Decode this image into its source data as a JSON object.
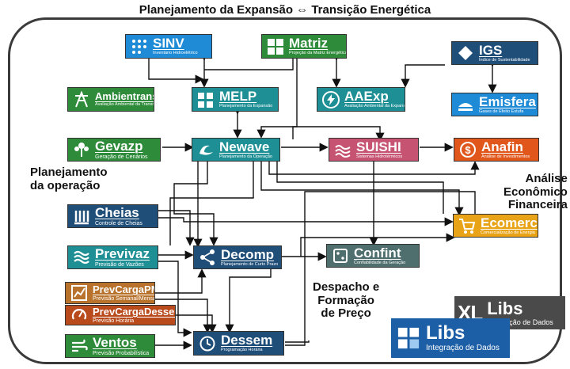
{
  "title": "Planejamento da Expansão ⇔ Transição Energética",
  "labels": {
    "planejamento": [
      "Planejamento",
      "da operação"
    ],
    "analise": [
      "Análise",
      "Econômico",
      "Financeira"
    ],
    "despacho": [
      "Despacho e",
      "Formação",
      "de Preço"
    ]
  },
  "modules": {
    "sinv": {
      "name": "SINV",
      "sub": "Inventário Hidroelétrico",
      "icon": "dots-grid-icon"
    },
    "matriz": {
      "name": "Matriz",
      "sub": "Projeção da Matriz Energética",
      "icon": "grid-icon"
    },
    "igs": {
      "name": "IGS",
      "sub": "Índice de Sustentabilidade",
      "icon": "diamond-icon"
    },
    "ambientrans": {
      "name": "Ambientrans",
      "sub": "Avaliação Ambiental da Transmissão",
      "icon": "tower-icon"
    },
    "melp": {
      "name": "MELP",
      "sub": "Planejamento da Expansão",
      "icon": "blocks-icon"
    },
    "aaexp": {
      "name": "AAExp",
      "sub": "Avaliação Ambiental da Expansão",
      "icon": "bolt-icon"
    },
    "emisfera": {
      "name": "Emisfera",
      "sub": "Gases de Efeito Estufa",
      "icon": "globe-icon"
    },
    "gevazp": {
      "name": "Gevazp",
      "sub": "Geração de Cenários",
      "icon": "tree-icon"
    },
    "newave": {
      "name": "Newave",
      "sub": "Planejamento da Operação",
      "icon": "wave-icon"
    },
    "suishi": {
      "name": "SUISHI",
      "sub": "Sistemas Hidrotérmicos",
      "icon": "water-icon"
    },
    "anafin": {
      "name": "Anafin",
      "sub": "Análise de Investimentos",
      "icon": "dollar-icon"
    },
    "cheias": {
      "name": "Cheias",
      "sub": "Controle de Cheias",
      "icon": "dam-icon"
    },
    "ecomerc": {
      "name": "Ecomerc",
      "sub": "Comercialização de Energia",
      "icon": "cart-icon"
    },
    "previvaz": {
      "name": "Previvaz",
      "sub": "Previsão de Vazões",
      "icon": "waves-icon"
    },
    "decomp": {
      "name": "Decomp",
      "sub": "Planejamento de Curto Prazo",
      "icon": "share-icon"
    },
    "confint": {
      "name": "Confint",
      "sub": "Confiabilidade da Geração",
      "icon": "dice-icon"
    },
    "prevcargapmo": {
      "name": "PrevCargaPMO",
      "sub": "Previsão Semanal/Mensal",
      "icon": "chart-icon"
    },
    "prevcargadessem": {
      "name": "PrevCargaDessem",
      "sub": "Previsão Horária",
      "icon": "gauge-icon"
    },
    "dessem": {
      "name": "Dessem",
      "sub": "Programação Horária",
      "icon": "clock-icon"
    },
    "ventos": {
      "name": "Ventos",
      "sub": "Previsão Probabilística",
      "icon": "wind-icon"
    }
  },
  "xlibs": {
    "mark": "XL",
    "name": "Libs",
    "sub": "Integração de Dados"
  },
  "libs": {
    "name": "Libs",
    "sub": "Integração de Dados",
    "icon": "puzzle-icon"
  }
}
